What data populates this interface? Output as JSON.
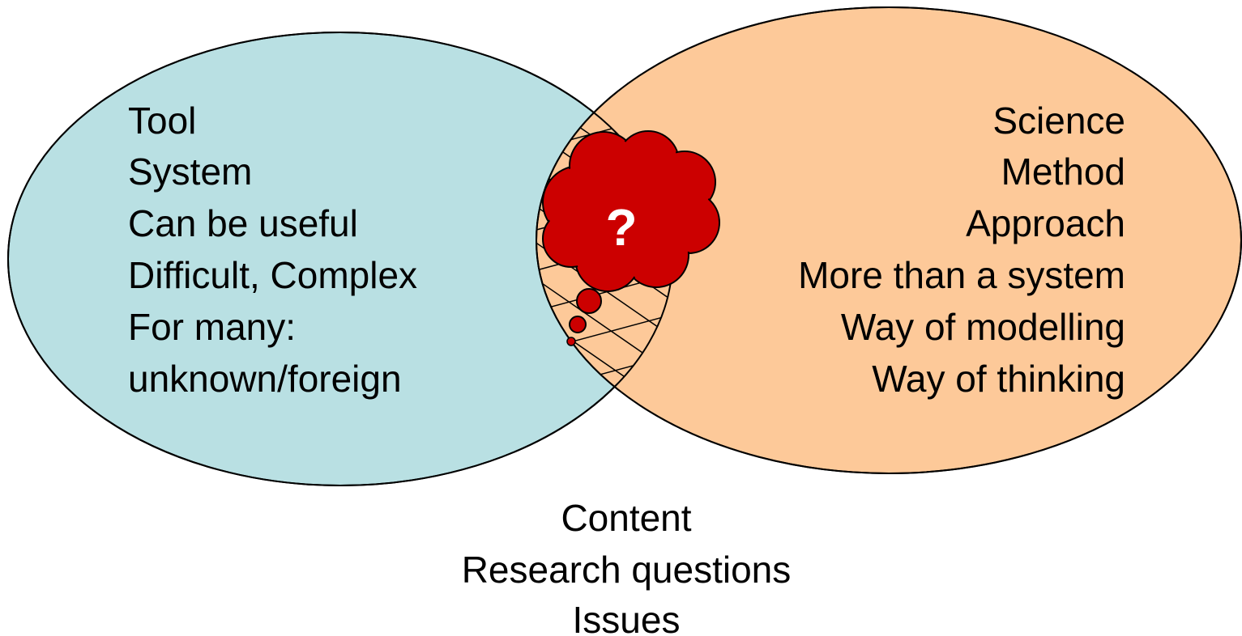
{
  "colors": {
    "left_circle": "#b9e0e3",
    "right_circle": "#fdc999",
    "thought_cloud": "#cc0000",
    "outline": "#000000"
  },
  "left_set": {
    "items": [
      "Tool",
      "System",
      "Can be useful",
      "Difficult, Complex",
      "For many:",
      "unknown/foreign"
    ]
  },
  "right_set": {
    "items": [
      "Science",
      "Method",
      "Approach",
      "More than a system",
      "Way of modelling",
      "Way of thinking"
    ]
  },
  "overlap": {
    "pattern": "hatched",
    "thought_icon": "thought-cloud-icon",
    "symbol": "?"
  },
  "bottom": {
    "items": [
      "Content",
      "Research questions",
      "Issues"
    ]
  }
}
